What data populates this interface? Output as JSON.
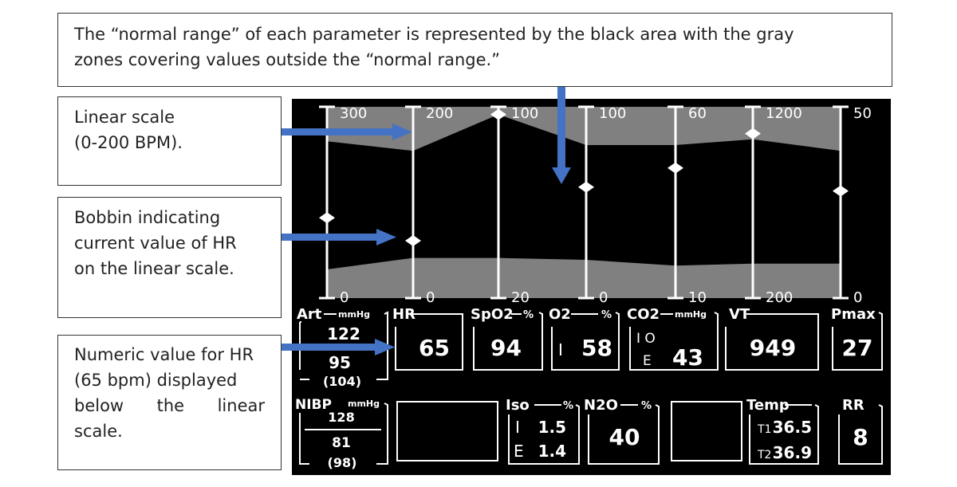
{
  "callouts": {
    "normal_range": [
      "The “normal range” of each parameter is represented by the black area with the gray",
      "zones covering values outside the “normal range.”"
    ],
    "linear_scale": [
      "Linear scale",
      "(0-200 BPM)."
    ],
    "bobbin": [
      "Bobbin indicating",
      "current value of HR",
      "on the linear scale."
    ],
    "numeric": [
      "Numeric value for HR",
      "(65 bpm) displayed",
      "below the linear",
      "scale."
    ]
  },
  "colors": {
    "monitor_bg": "#000000",
    "gray_zone": "#808080",
    "foreground": "#ffffff",
    "arrow": "#4472c4"
  },
  "scales": [
    {
      "id": "art",
      "max": "300",
      "min": "0",
      "bobbin_frac": 0.42
    },
    {
      "id": "hr",
      "max": "200",
      "min": "0",
      "bobbin_frac": 0.3
    },
    {
      "id": "spo2",
      "max": "100",
      "min": "20",
      "bobbin_frac": 0.96
    },
    {
      "id": "o2",
      "max": "100",
      "min": "0",
      "bobbin_frac": 0.58
    },
    {
      "id": "co2",
      "max": "60",
      "min": "10",
      "bobbin_frac": 0.68
    },
    {
      "id": "vt",
      "max": "1200",
      "min": "200",
      "bobbin_frac": 0.86
    },
    {
      "id": "pmax",
      "max": "50",
      "min": "0",
      "bobbin_frac": 0.56
    }
  ],
  "normal_range": {
    "upper_frac": [
      0.82,
      0.77,
      0.96,
      0.8,
      0.8,
      0.83,
      0.77
    ],
    "lower_frac": [
      0.15,
      0.21,
      0.21,
      0.2,
      0.17,
      0.18,
      0.18
    ]
  },
  "panels": {
    "art": {
      "label": "Art",
      "unit": "mmHg",
      "sys": "122",
      "dia": "95",
      "mean": "(104)"
    },
    "hr": {
      "label": "HR",
      "value": "65"
    },
    "spo2": {
      "label": "SpO2",
      "unit": "%",
      "value": "94"
    },
    "o2": {
      "label": "O2",
      "unit": "%",
      "marker": "I",
      "value": "58"
    },
    "co2": {
      "label": "CO2",
      "unit": "mmHg",
      "marker_io": "I O",
      "marker_e": "E",
      "value": "43"
    },
    "vt": {
      "label": "VT",
      "value": "949"
    },
    "pmax": {
      "label": "Pmax",
      "value": "27"
    },
    "nibp": {
      "label": "NIBP",
      "unit": "mmHg",
      "sys": "128",
      "dia": "81",
      "mean": "(98)"
    },
    "iso": {
      "label": "Iso",
      "unit": "%",
      "i_label": "I",
      "i_value": "1.5",
      "e_label": "E",
      "e_value": "1.4"
    },
    "n2o": {
      "label": "N2O",
      "unit": "%",
      "value": "40"
    },
    "temp": {
      "label": "Temp",
      "t1_label": "T1",
      "t1_value": "36.5",
      "t2_label": "T2",
      "t2_value": "36.9"
    },
    "rr": {
      "label": "RR",
      "value": "8"
    }
  }
}
